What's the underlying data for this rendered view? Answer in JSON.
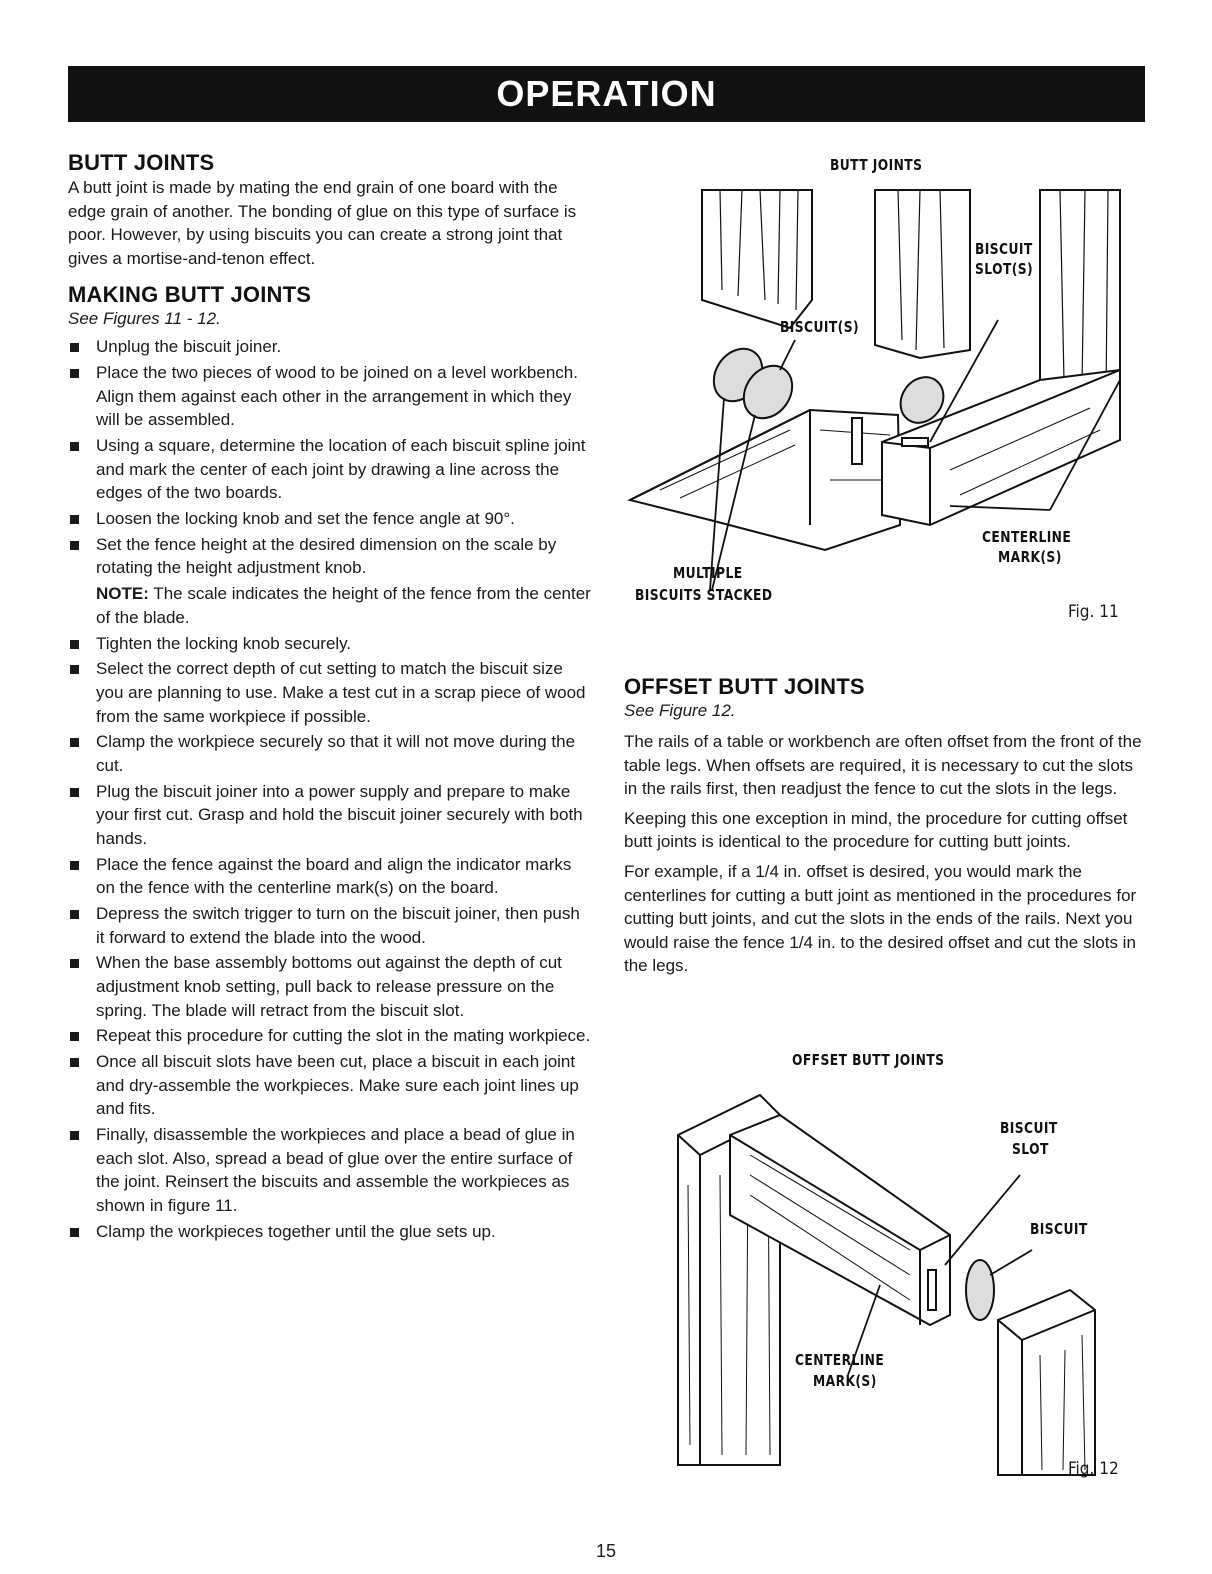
{
  "header": {
    "title": "OPERATION"
  },
  "butt_joints": {
    "title": "BUTT JOINTS",
    "body": "A butt joint is made by mating the end grain of one board with the edge grain of another. The bonding of glue on this type of surface is poor. However, by using biscuits you can create a strong joint that gives a mortise-and-tenon effect."
  },
  "making": {
    "title": "MAKING BUTT JOINTS",
    "see": "See Figures 11 - 12.",
    "steps": [
      "Unplug the biscuit joiner.",
      "Place the two pieces of wood to be joined on a level workbench. Align them against each other in the arrangement in which they will be assembled.",
      "Using a square, determine the location of each biscuit spline joint and mark the center of each joint by drawing a line across the edges of the two boards.",
      "Loosen the locking knob and set the fence angle at 90°.",
      "Set the fence height at the desired dimension on the scale by rotating the height adjustment knob.",
      "Tighten the locking knob securely.",
      "Select the correct depth of cut setting to match the biscuit size you are planning to use. Make a test cut in a scrap piece of wood from the same workpiece if possible.",
      "Clamp the workpiece securely so that it will not move during the cut.",
      "Plug the biscuit joiner into a power supply and prepare to make your first cut. Grasp and hold the biscuit joiner securely with both hands.",
      "Place the fence against the board and align the indicator marks on the fence with the centerline mark(s) on the board.",
      "Depress the switch trigger to turn on the biscuit joiner, then push it forward to extend the blade into the wood.",
      "When the base assembly bottoms out against the depth of cut adjustment knob setting, pull back to release pressure on the spring. The blade will retract from the biscuit slot.",
      "Repeat this procedure for cutting the slot in the mating workpiece.",
      "Once all biscuit slots have been cut, place a biscuit in each joint and dry-assemble the workpieces. Make sure each joint lines up and fits.",
      "Finally, disassemble the workpieces and place a bead of glue in each slot. Also, spread a bead of glue over the entire surface of the joint. Reinsert the biscuits and assemble the workpieces as shown in figure 11.",
      "Clamp the workpieces together until the glue sets up."
    ],
    "note_label": "NOTE:",
    "note_text": " The scale indicates the height of the fence from the center of the blade."
  },
  "fig11": {
    "title": "BUTT JOINTS",
    "biscuits": "BISCUIT(S)",
    "slot_line1": "BISCUIT",
    "slot_line2": "SLOT(S)",
    "multiple_line1": "MULTIPLE",
    "multiple_line2": "BISCUITS STACKED",
    "centerline_line1": "CENTERLINE",
    "centerline_line2": "MARK(S)",
    "caption": "Fig. 11"
  },
  "offset": {
    "title": "OFFSET BUTT JOINTS",
    "see": "See Figure 12.",
    "paragraphs": [
      "The rails of a table or workbench are often offset from the front of the table legs. When offsets are required, it is necessary to cut the slots in the rails first, then readjust the fence to cut the slots in the legs.",
      "Keeping this one exception in mind, the procedure for cutting offset butt joints is identical to the procedure for cutting butt joints.",
      "For example, if a 1/4 in. offset is desired, you would mark the centerlines for cutting a butt joint as mentioned in the procedures for cutting butt joints, and cut the slots in the ends of the rails. Next you would raise the fence 1/4 in. to the desired offset and cut the slots in the legs."
    ]
  },
  "fig12": {
    "title": "OFFSET BUTT JOINTS",
    "slot_line1": "BISCUIT",
    "slot_line2": "SLOT",
    "biscuit": "BISCUIT",
    "centerline_line1": "CENTERLINE",
    "centerline_line2": "MARK(S)",
    "caption": "Fig. 12"
  },
  "page_number": "15"
}
